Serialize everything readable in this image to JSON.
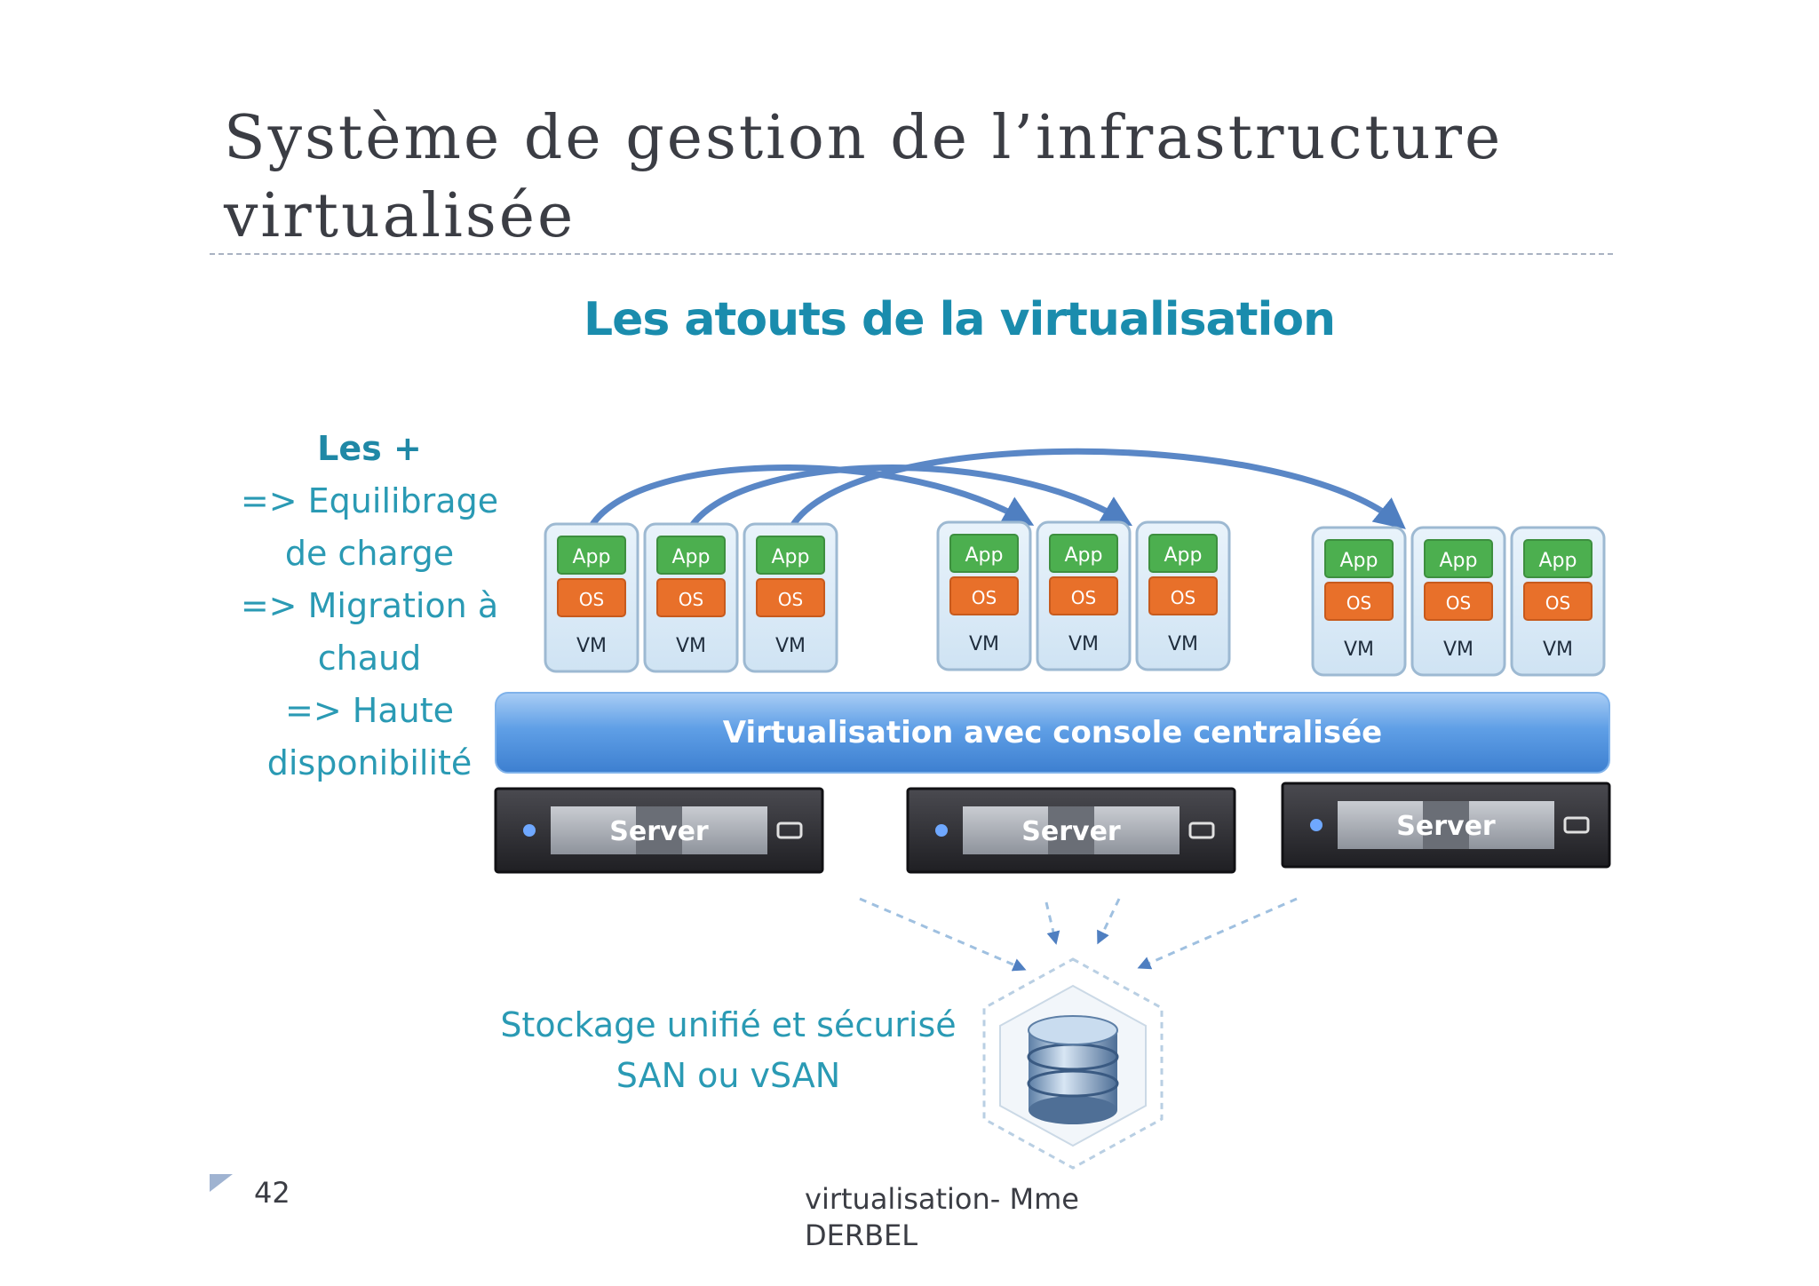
{
  "slide": {
    "title_lines": [
      "Système de gestion de l’infrastructure",
      "virtualisée"
    ],
    "page_number": "42",
    "footer_lines": [
      "virtualisation- Mme",
      "DERBEL"
    ]
  },
  "diagram": {
    "title": "Les atouts de la virtualisation",
    "advantages": [
      "Les +",
      "=> Equilibrage",
      "de charge",
      "=> Migration à",
      "chaud",
      "=> Haute",
      "disponibilité"
    ],
    "vm_label": "VM",
    "app_label": "App",
    "os_label": "OS",
    "virtualisation_bar": "Virtualisation avec console centralisée",
    "server_label": "Server",
    "storage_lines": [
      "Stockage unifié et sécurisé",
      "SAN ou vSAN"
    ],
    "colors": {
      "accent": "#2a9ab4",
      "app": "#4caf4f",
      "os": "#e8702a",
      "vm_box": "#dcecf7",
      "bar": "#5b9ee6",
      "server": "#2f2f33",
      "arrow": "#4f7fc1"
    }
  }
}
